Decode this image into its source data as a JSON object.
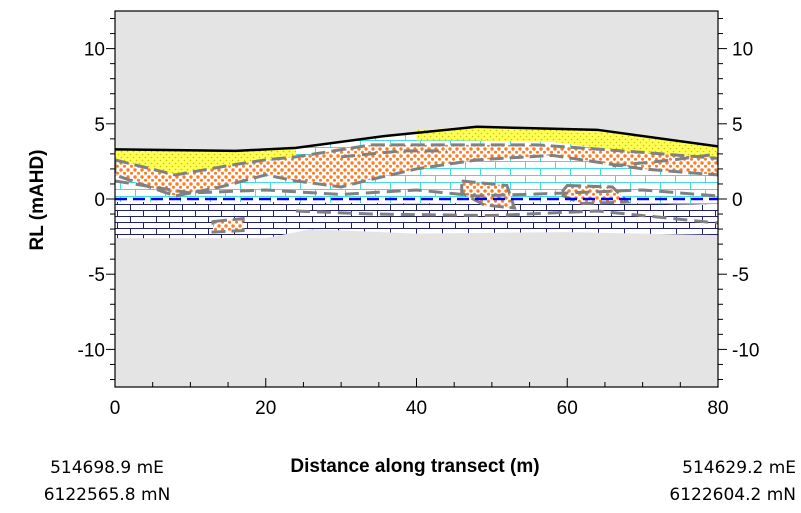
{
  "chart_data": {
    "type": "area",
    "title": "",
    "xlabel": "Distance along transect (m)",
    "ylabel": "RL (mAHD)",
    "xlim": [
      0,
      80
    ],
    "ylim": [
      -12.5,
      12.5
    ],
    "x_ticks": [
      0,
      20,
      40,
      60,
      80
    ],
    "y_ticks": [
      10,
      5,
      0,
      -5,
      -10
    ],
    "y_tick_labels_left": [
      "10",
      "5",
      "0",
      "-5",
      "-10"
    ],
    "y_tick_labels_right": [
      "10",
      "5",
      "0",
      "-5",
      "-10"
    ],
    "ground_surface": {
      "x": [
        0,
        16,
        24,
        36,
        48,
        64,
        80
      ],
      "y": [
        3.3,
        3.2,
        3.4,
        4.2,
        4.8,
        4.6,
        3.5
      ]
    },
    "water_table": {
      "y": 0
    },
    "base_of_profile": {
      "x": [
        0,
        20,
        26,
        40,
        60,
        80
      ],
      "y": [
        -2.6,
        -2.6,
        -2.0,
        -2.3,
        -2.2,
        -2.4
      ]
    },
    "layers": [
      {
        "fill": "#ffff33",
        "color": "#ffff33",
        "pattern": "sand"
      },
      {
        "fill": "#f4a460",
        "color": "#ff6600",
        "pattern": "gravel"
      },
      {
        "fill": "#9ff7f7",
        "color": "#33cccc",
        "pattern": "limestone"
      },
      {
        "fill": "#ffffff",
        "color": "#1a1a66",
        "pattern": "bedrock"
      }
    ],
    "colors": {
      "plot_background": "#e4e4e4",
      "water_table": "#0000ee",
      "ground_surface": "#000000",
      "boundary_dashes": "#808080"
    },
    "left_coordinate": {
      "easting": "514698.9 mE",
      "northing": "6122565.8 mN"
    },
    "right_coordinate": {
      "easting": "514629.2 mE",
      "northing": "6122604.2 mN"
    }
  }
}
